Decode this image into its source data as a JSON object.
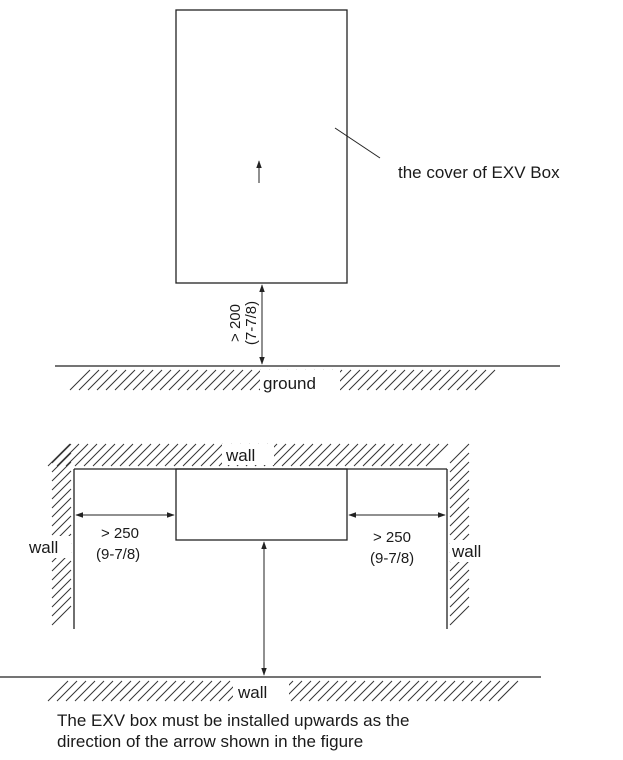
{
  "top_view": {
    "cover_label": "the cover of EXV Box",
    "clearance_value": "> 200",
    "clearance_inch": "(7-7/8)",
    "ground_label": "ground"
  },
  "bottom_view": {
    "wall_top_label": "wall",
    "wall_left_label": "wall",
    "wall_right_label": "wall",
    "wall_bottom_label": "wall",
    "left_clearance_value": "> 250",
    "left_clearance_inch": "(9-7/8)",
    "right_clearance_value": "> 250",
    "right_clearance_inch": "(9-7/8)"
  },
  "caption": {
    "line1": "The EXV box must be installed upwards as the",
    "line2": "direction of the arrow  shown in the figure"
  }
}
